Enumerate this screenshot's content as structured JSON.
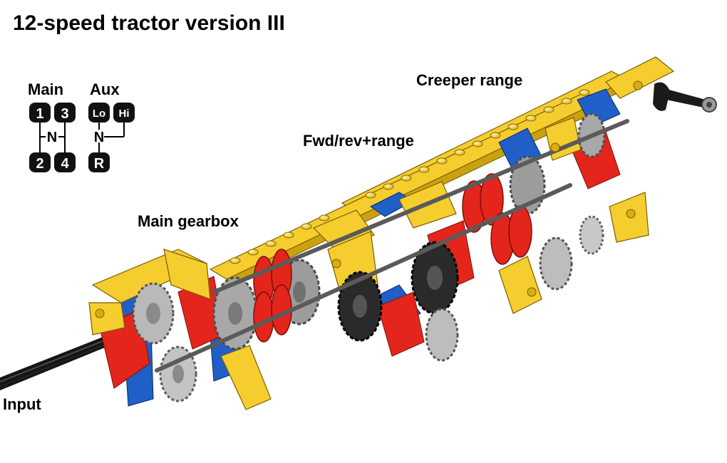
{
  "title": "12-speed tractor version III",
  "labels": {
    "creeper": "Creeper range",
    "fwd_rev": "Fwd/rev+range",
    "main_gearbox": "Main gearbox",
    "input": "Input"
  },
  "shift_pattern": {
    "main": {
      "heading": "Main",
      "top": [
        "1",
        "3"
      ],
      "neutral": "N",
      "bottom": [
        "2",
        "4"
      ]
    },
    "aux": {
      "heading": "Aux",
      "top": [
        "Lo",
        "Hi"
      ],
      "neutral": "N",
      "bottom": [
        "R"
      ]
    }
  },
  "colors": {
    "yellow": "#f5cd2f",
    "red": "#e4251b",
    "blue": "#1f5fc7",
    "light_gray": "#c8c8c8",
    "dark_gray": "#6b6b6b",
    "black": "#151515"
  }
}
